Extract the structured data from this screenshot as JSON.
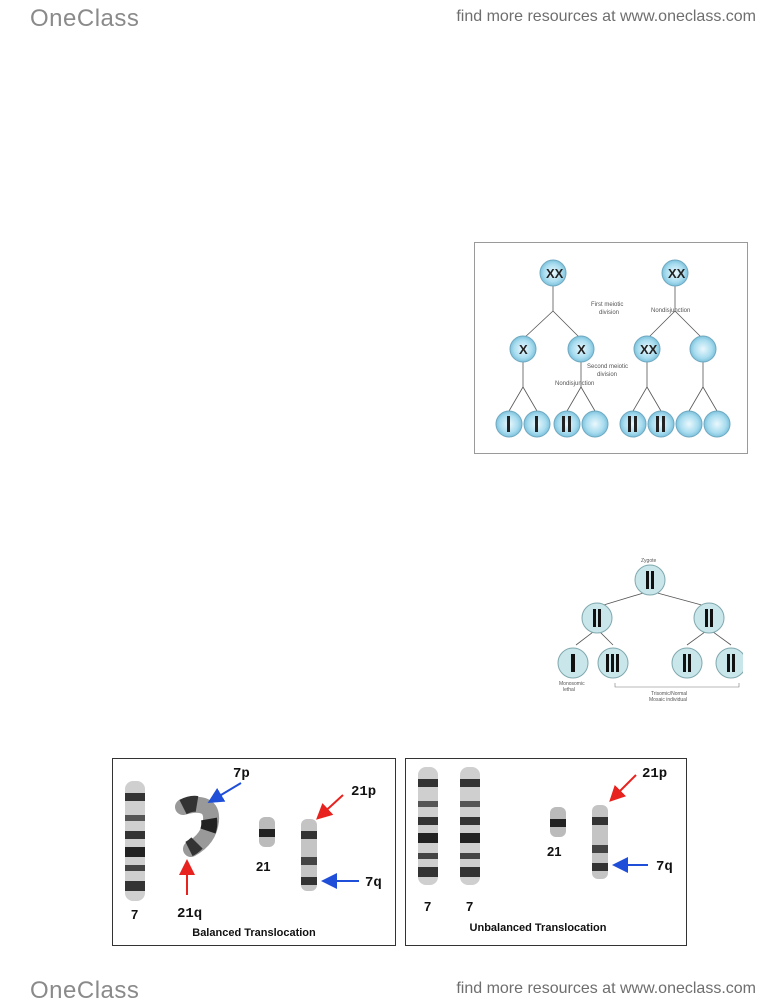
{
  "header": {
    "logo_text": "OneClass",
    "resources_text": "find more resources at www.oneclass.com"
  },
  "footer": {
    "logo_text": "OneClass",
    "resources_text": "find more resources at www.oneclass.com"
  },
  "meiosis_figure": {
    "first_division_label_1": "First meiotic",
    "first_division_label_2": "division",
    "nondisjunction_top": "Nondisjunction",
    "second_division_label_1": "Second meiotic",
    "second_division_label_2": "division",
    "nondisjunction_bottom": "Nondisjunction"
  },
  "mosaic_figure": {
    "zygote_label": "Zygote",
    "monosomic_label_1": "Monosomic",
    "monosomic_label_2": "lethal",
    "mosaic_label_1": "Trisomic/Normal",
    "mosaic_label_2": "Mosaic individual"
  },
  "balanced_panel": {
    "caption": "Balanced Translocation",
    "chr7_label": "7",
    "chr21_label": "21",
    "arm_7p": "7p",
    "arm_21q": "21q",
    "arm_21p": "21p",
    "arm_7q": "7q"
  },
  "unbalanced_panel": {
    "caption": "Unbalanced Translocation",
    "chr7a_label": "7",
    "chr7b_label": "7",
    "chr21_label": "21",
    "arm_21p": "21p",
    "arm_7q": "7q"
  },
  "colors": {
    "cell_fill": "#a8dcef",
    "cell_stroke": "#6fa8c0",
    "red_arrow": "#e8221e",
    "blue_arrow": "#1f4fd8"
  }
}
